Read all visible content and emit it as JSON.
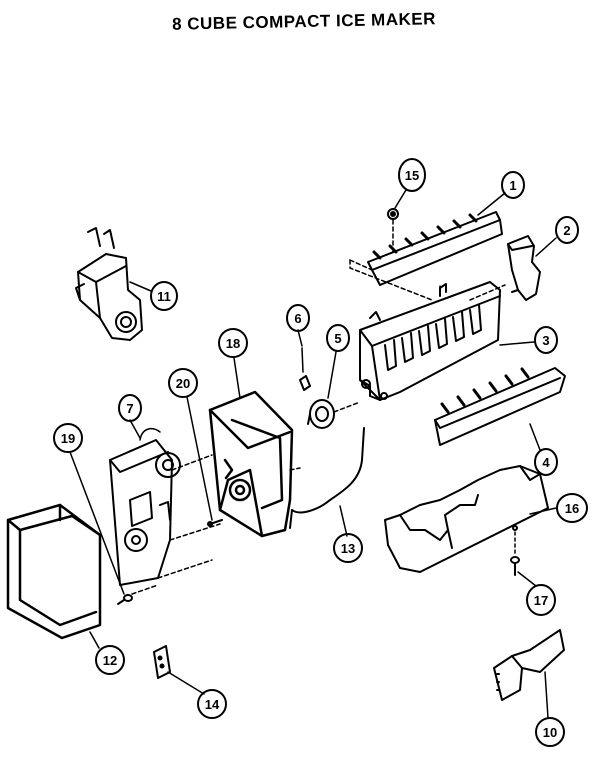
{
  "diagram": {
    "title": "8 CUBE COMPACT ICE MAKER",
    "line_color": "#000000",
    "background": "#ffffff"
  },
  "callouts": [
    {
      "label": "1"
    },
    {
      "label": "2"
    },
    {
      "label": "3"
    },
    {
      "label": "4"
    },
    {
      "label": "5"
    },
    {
      "label": "6"
    },
    {
      "label": "7"
    },
    {
      "label": "10"
    },
    {
      "label": "11"
    },
    {
      "label": "12"
    },
    {
      "label": "13"
    },
    {
      "label": "14"
    },
    {
      "label": "15"
    },
    {
      "label": "16"
    },
    {
      "label": "17"
    },
    {
      "label": "18"
    },
    {
      "label": "19"
    },
    {
      "label": "20"
    }
  ]
}
